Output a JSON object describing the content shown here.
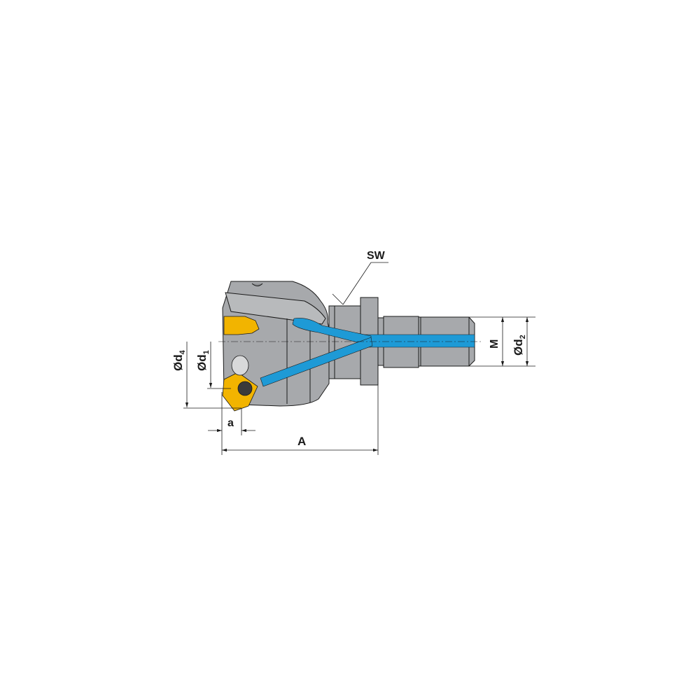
{
  "labels": {
    "sw": "SW",
    "d4": "Ød",
    "d4_sub": "4",
    "d1": "Ød",
    "d1_sub": "1",
    "a": "a",
    "A": "A",
    "M": "M",
    "d2": "Ød",
    "d2_sub": "2"
  },
  "colors": {
    "body": "#a7a9ac",
    "body_light": "#c4c6c8",
    "coolant": "#1e9ad6",
    "insert": "#f2b400",
    "line": "#1a1a1a"
  }
}
